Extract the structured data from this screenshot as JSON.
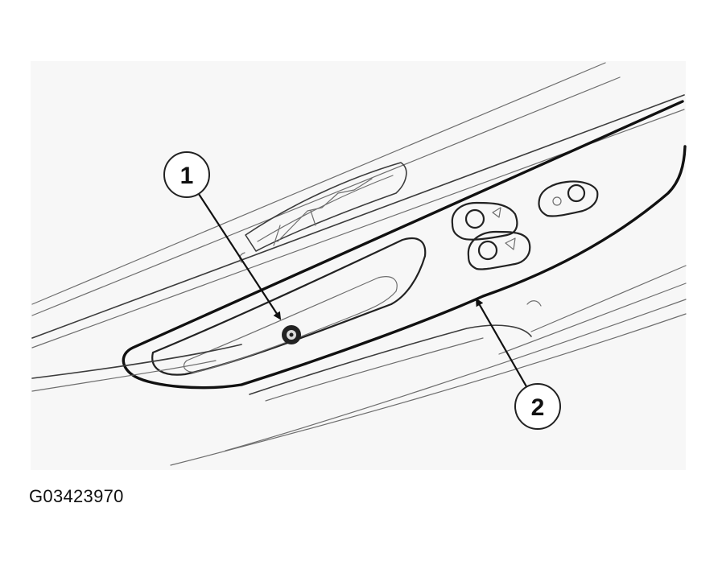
{
  "figure": {
    "id": "G03423970",
    "callouts": [
      {
        "number": "1"
      },
      {
        "number": "2"
      }
    ]
  }
}
